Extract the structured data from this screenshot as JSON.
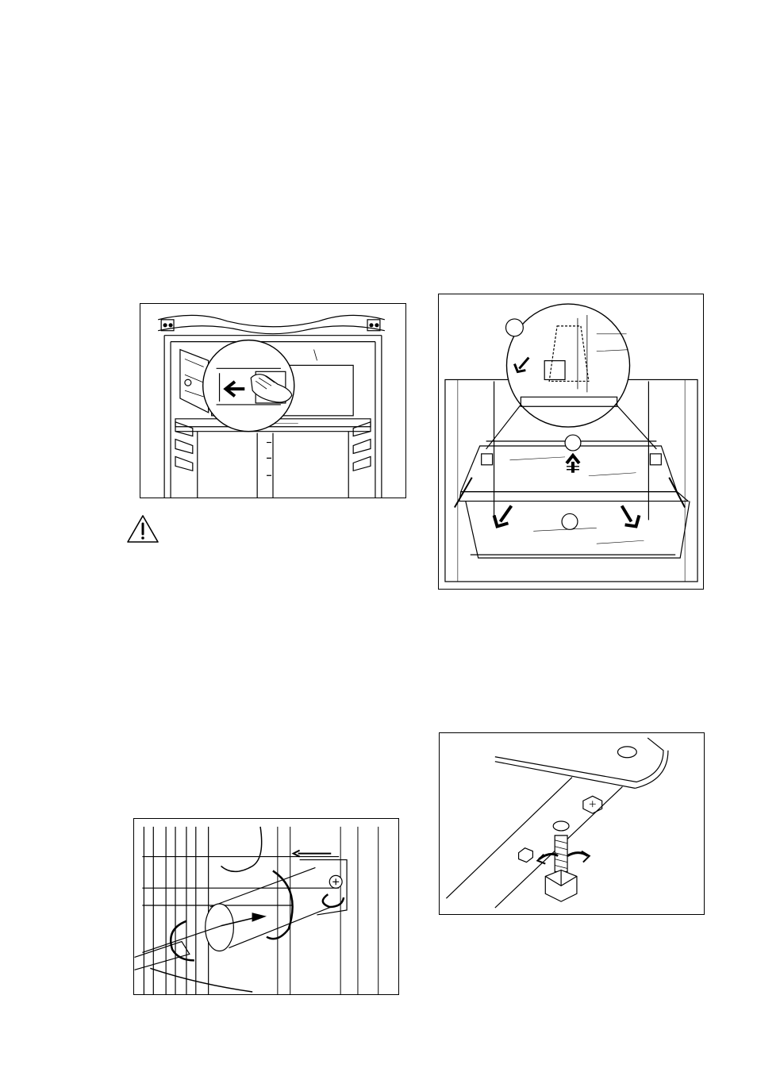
{
  "page": {
    "figures": [
      {
        "id": "fig-fridge",
        "icon": "fridge-panel-removal-icon"
      },
      {
        "id": "fig-shelf",
        "icon": "shelf-removal-icon",
        "callouts": [
          "",
          "",
          ""
        ]
      },
      {
        "id": "fig-lamp",
        "icon": "lamp-cover-screwdriver-icon"
      },
      {
        "id": "fig-foot",
        "icon": "adjustable-foot-icon"
      }
    ],
    "warning": {
      "icon": "warning-triangle-icon",
      "color": "#000000"
    }
  }
}
